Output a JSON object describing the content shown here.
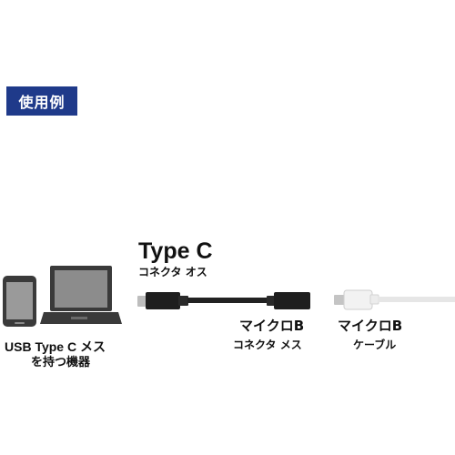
{
  "header": {
    "badge_label": "使用例"
  },
  "colors": {
    "badge_bg": "#1f3a8a",
    "device_dark": "#3a3a3a",
    "screen_gray": "#8c8c8c",
    "cable_black": "#222222",
    "cable_white": "#e6e6e6"
  },
  "type_c": {
    "title": "Type C",
    "subtitle": "コネクタ オス"
  },
  "source_device": {
    "line1": "USB Type C メス",
    "line2": "を持つ機器"
  },
  "micro_b_connector": {
    "line1": "マイクロB",
    "line2": "コネクタ メス"
  },
  "micro_b_cable": {
    "line1": "マイクロB",
    "line2": "ケーブル"
  }
}
